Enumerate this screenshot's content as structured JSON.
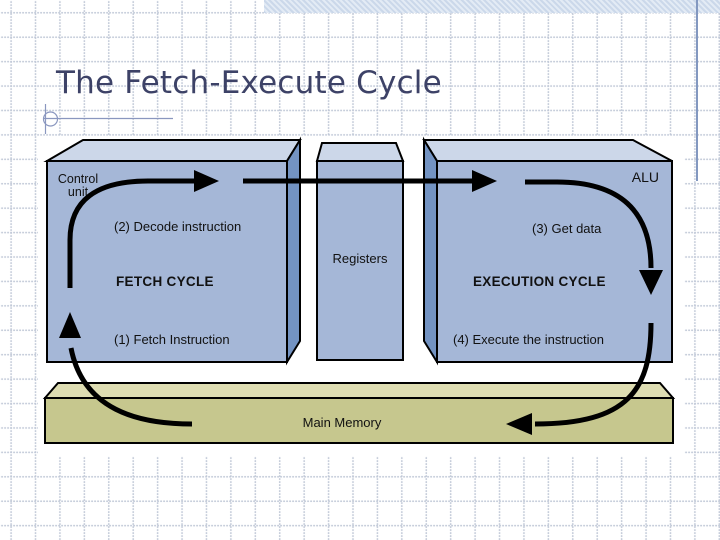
{
  "slide": {
    "title": "The Fetch-Execute Cycle",
    "colors": {
      "title_text": "#3d4267",
      "accent_line": "#8a97bf",
      "top_band": "#cbd8ea",
      "right_rule": "#8398c0",
      "box_front_blue": "#a5b7d7",
      "box_top_blue": "#ccd7e9",
      "box_side_blue": "#7393c2",
      "memory_front_green": "#c6c78e",
      "memory_top_green": "#deddb2",
      "arrow": "#000000",
      "outline": "#000000"
    }
  },
  "diagram": {
    "control_unit": {
      "name_line1": "Control",
      "name_line2": "unit",
      "step_decode": "(2) Decode instruction",
      "cycle_title": "FETCH CYCLE",
      "step_fetch": "(1) Fetch Instruction"
    },
    "registers": {
      "label": "Registers"
    },
    "alu": {
      "label": "ALU",
      "step_get_data": "(3) Get data",
      "cycle_title": "EXECUTION CYCLE",
      "step_execute": "(4) Execute the instruction"
    },
    "main_memory": {
      "label": "Main Memory"
    }
  }
}
